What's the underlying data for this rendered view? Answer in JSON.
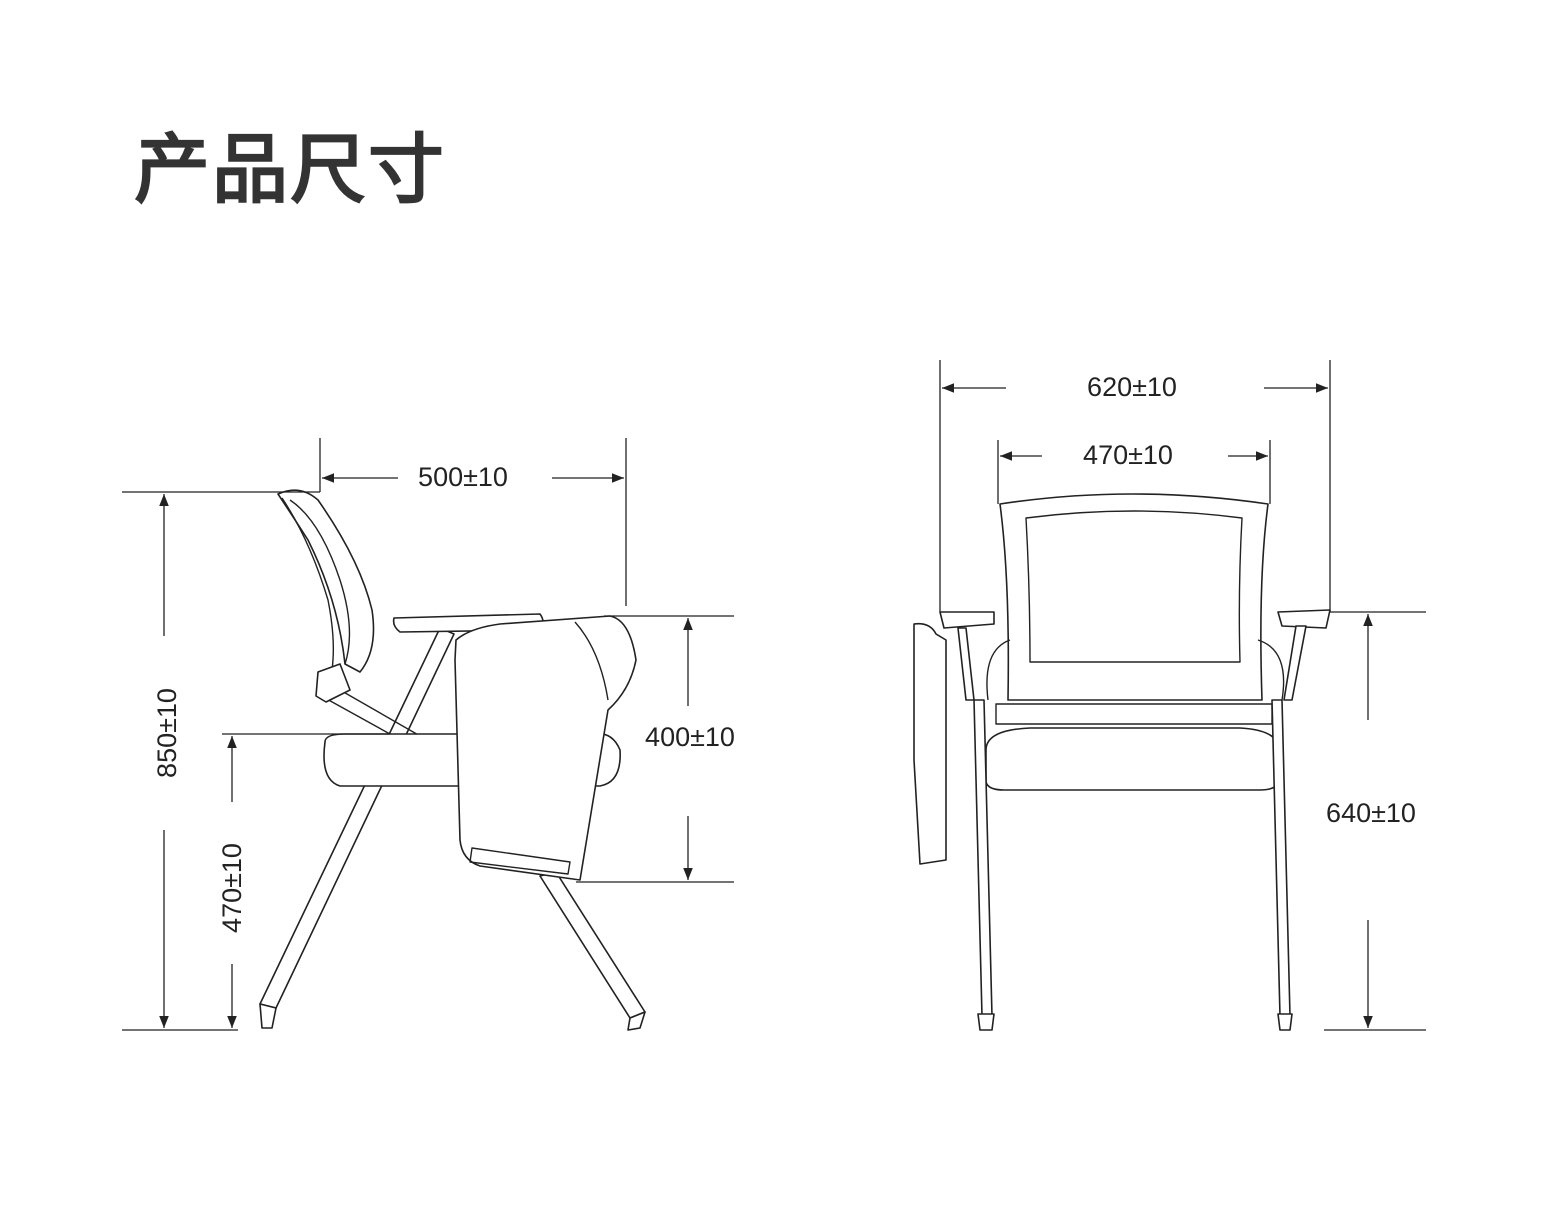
{
  "title": "产品尺寸",
  "dimensions": {
    "side_depth": "500±10",
    "side_total_height": "850±10",
    "side_seat_height": "470±10",
    "side_tablet_height": "400±10",
    "front_total_width": "620±10",
    "front_back_width": "470±10",
    "front_armrest_height": "640±10"
  },
  "colors": {
    "title": "#333333",
    "lines": "#222222",
    "background": "#ffffff"
  }
}
